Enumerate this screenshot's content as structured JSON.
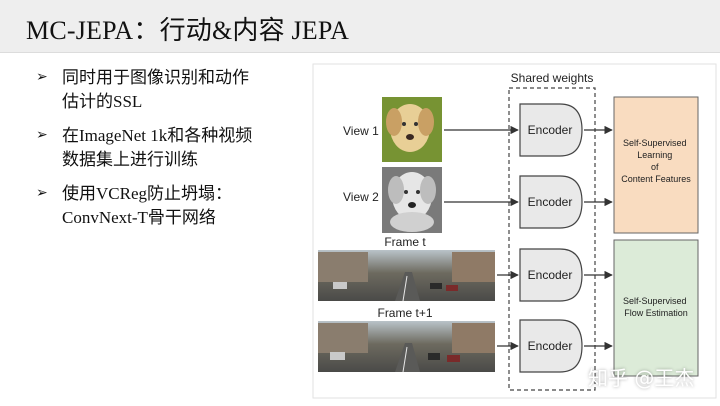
{
  "slide": {
    "title": "MC-JEPA：行动&内容 JEPA",
    "bullets": [
      {
        "lines": [
          "同时用于图像识别和动作",
          "估计的SSL"
        ]
      },
      {
        "lines": [
          "在ImageNet 1k和各种视频",
          "数据集上进行训练"
        ]
      },
      {
        "lines": [
          "使用VCReg防止坍塌：",
          "ConvNext-T骨干网络"
        ]
      }
    ]
  },
  "diagram": {
    "shared_weights_label": "Shared weights",
    "inputs": [
      {
        "label": "View 1"
      },
      {
        "label": "View 2"
      },
      {
        "label": "Frame t"
      },
      {
        "label": "Frame t+1"
      }
    ],
    "encoder_label": "Encoder",
    "output_top": [
      "Self-Supervised",
      "Learning",
      "of",
      "Content Features"
    ],
    "output_bottom": [
      "Self-Supervised",
      "Flow Estimation"
    ],
    "colors": {
      "content_box": "#f9dcc0",
      "flow_box": "#dcebd8",
      "encoder_fill": "#e9e9e9"
    }
  },
  "watermark": "知乎 @王杰"
}
